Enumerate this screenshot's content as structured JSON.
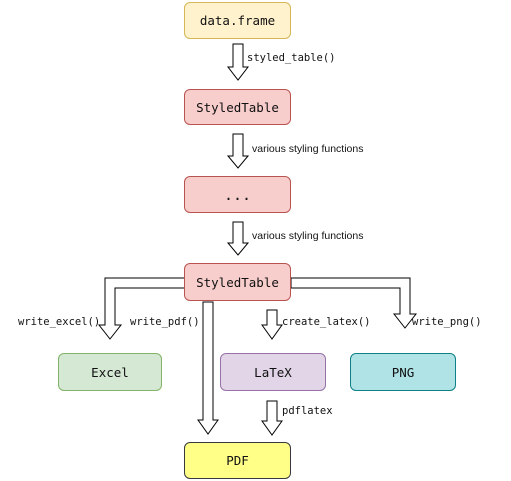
{
  "nodes": {
    "data_frame": "data.frame",
    "styled_table_1": "StyledTable",
    "ellipsis": "...",
    "styled_table_2": "StyledTable",
    "excel": "Excel",
    "latex": "LaTeX",
    "png": "PNG",
    "pdf": "PDF"
  },
  "edges": {
    "styled_table_fn": "styled_table()",
    "styling_1": "various styling functions",
    "styling_2": "various styling functions",
    "write_excel": "write_excel()",
    "write_pdf": "write_pdf()",
    "create_latex": "create_latex()",
    "write_png": "write_png()",
    "pdflatex": "pdflatex"
  },
  "colors": {
    "data_frame_fill": "#fff2cc",
    "data_frame_stroke": "#d6b656",
    "styled_fill": "#f8cecc",
    "styled_stroke": "#b85450",
    "excel_fill": "#d5e8d4",
    "excel_stroke": "#82b366",
    "latex_fill": "#e1d5e7",
    "latex_stroke": "#9673a6",
    "png_fill": "#b0e3e6",
    "png_stroke": "#0e8088",
    "pdf_fill": "#ffff88",
    "pdf_stroke": "#36393d"
  }
}
